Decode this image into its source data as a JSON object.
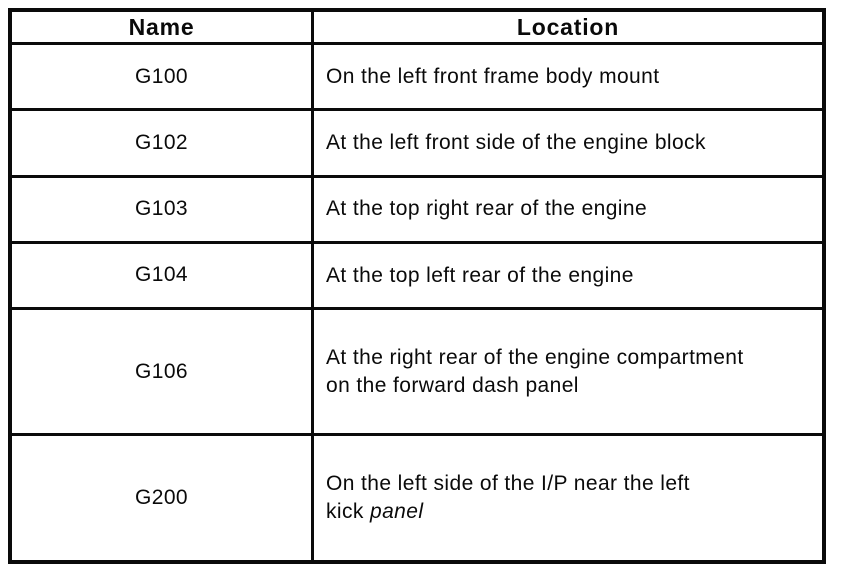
{
  "table": {
    "columns": [
      "Name",
      "Location"
    ],
    "rows": [
      {
        "name": "G100",
        "location": "On the left front frame body mount"
      },
      {
        "name": "G102",
        "location": "At the left front side of the engine block"
      },
      {
        "name": "G103",
        "location": "At the top right rear of the engine"
      },
      {
        "name": "G104",
        "location": "At the top left rear of the engine"
      },
      {
        "name": "G106",
        "location": "At the right rear of the engine compartment\non the forward dash panel"
      },
      {
        "name": "G200",
        "location": "On the left side of the I/P near the left\nkick *panel*"
      }
    ]
  }
}
